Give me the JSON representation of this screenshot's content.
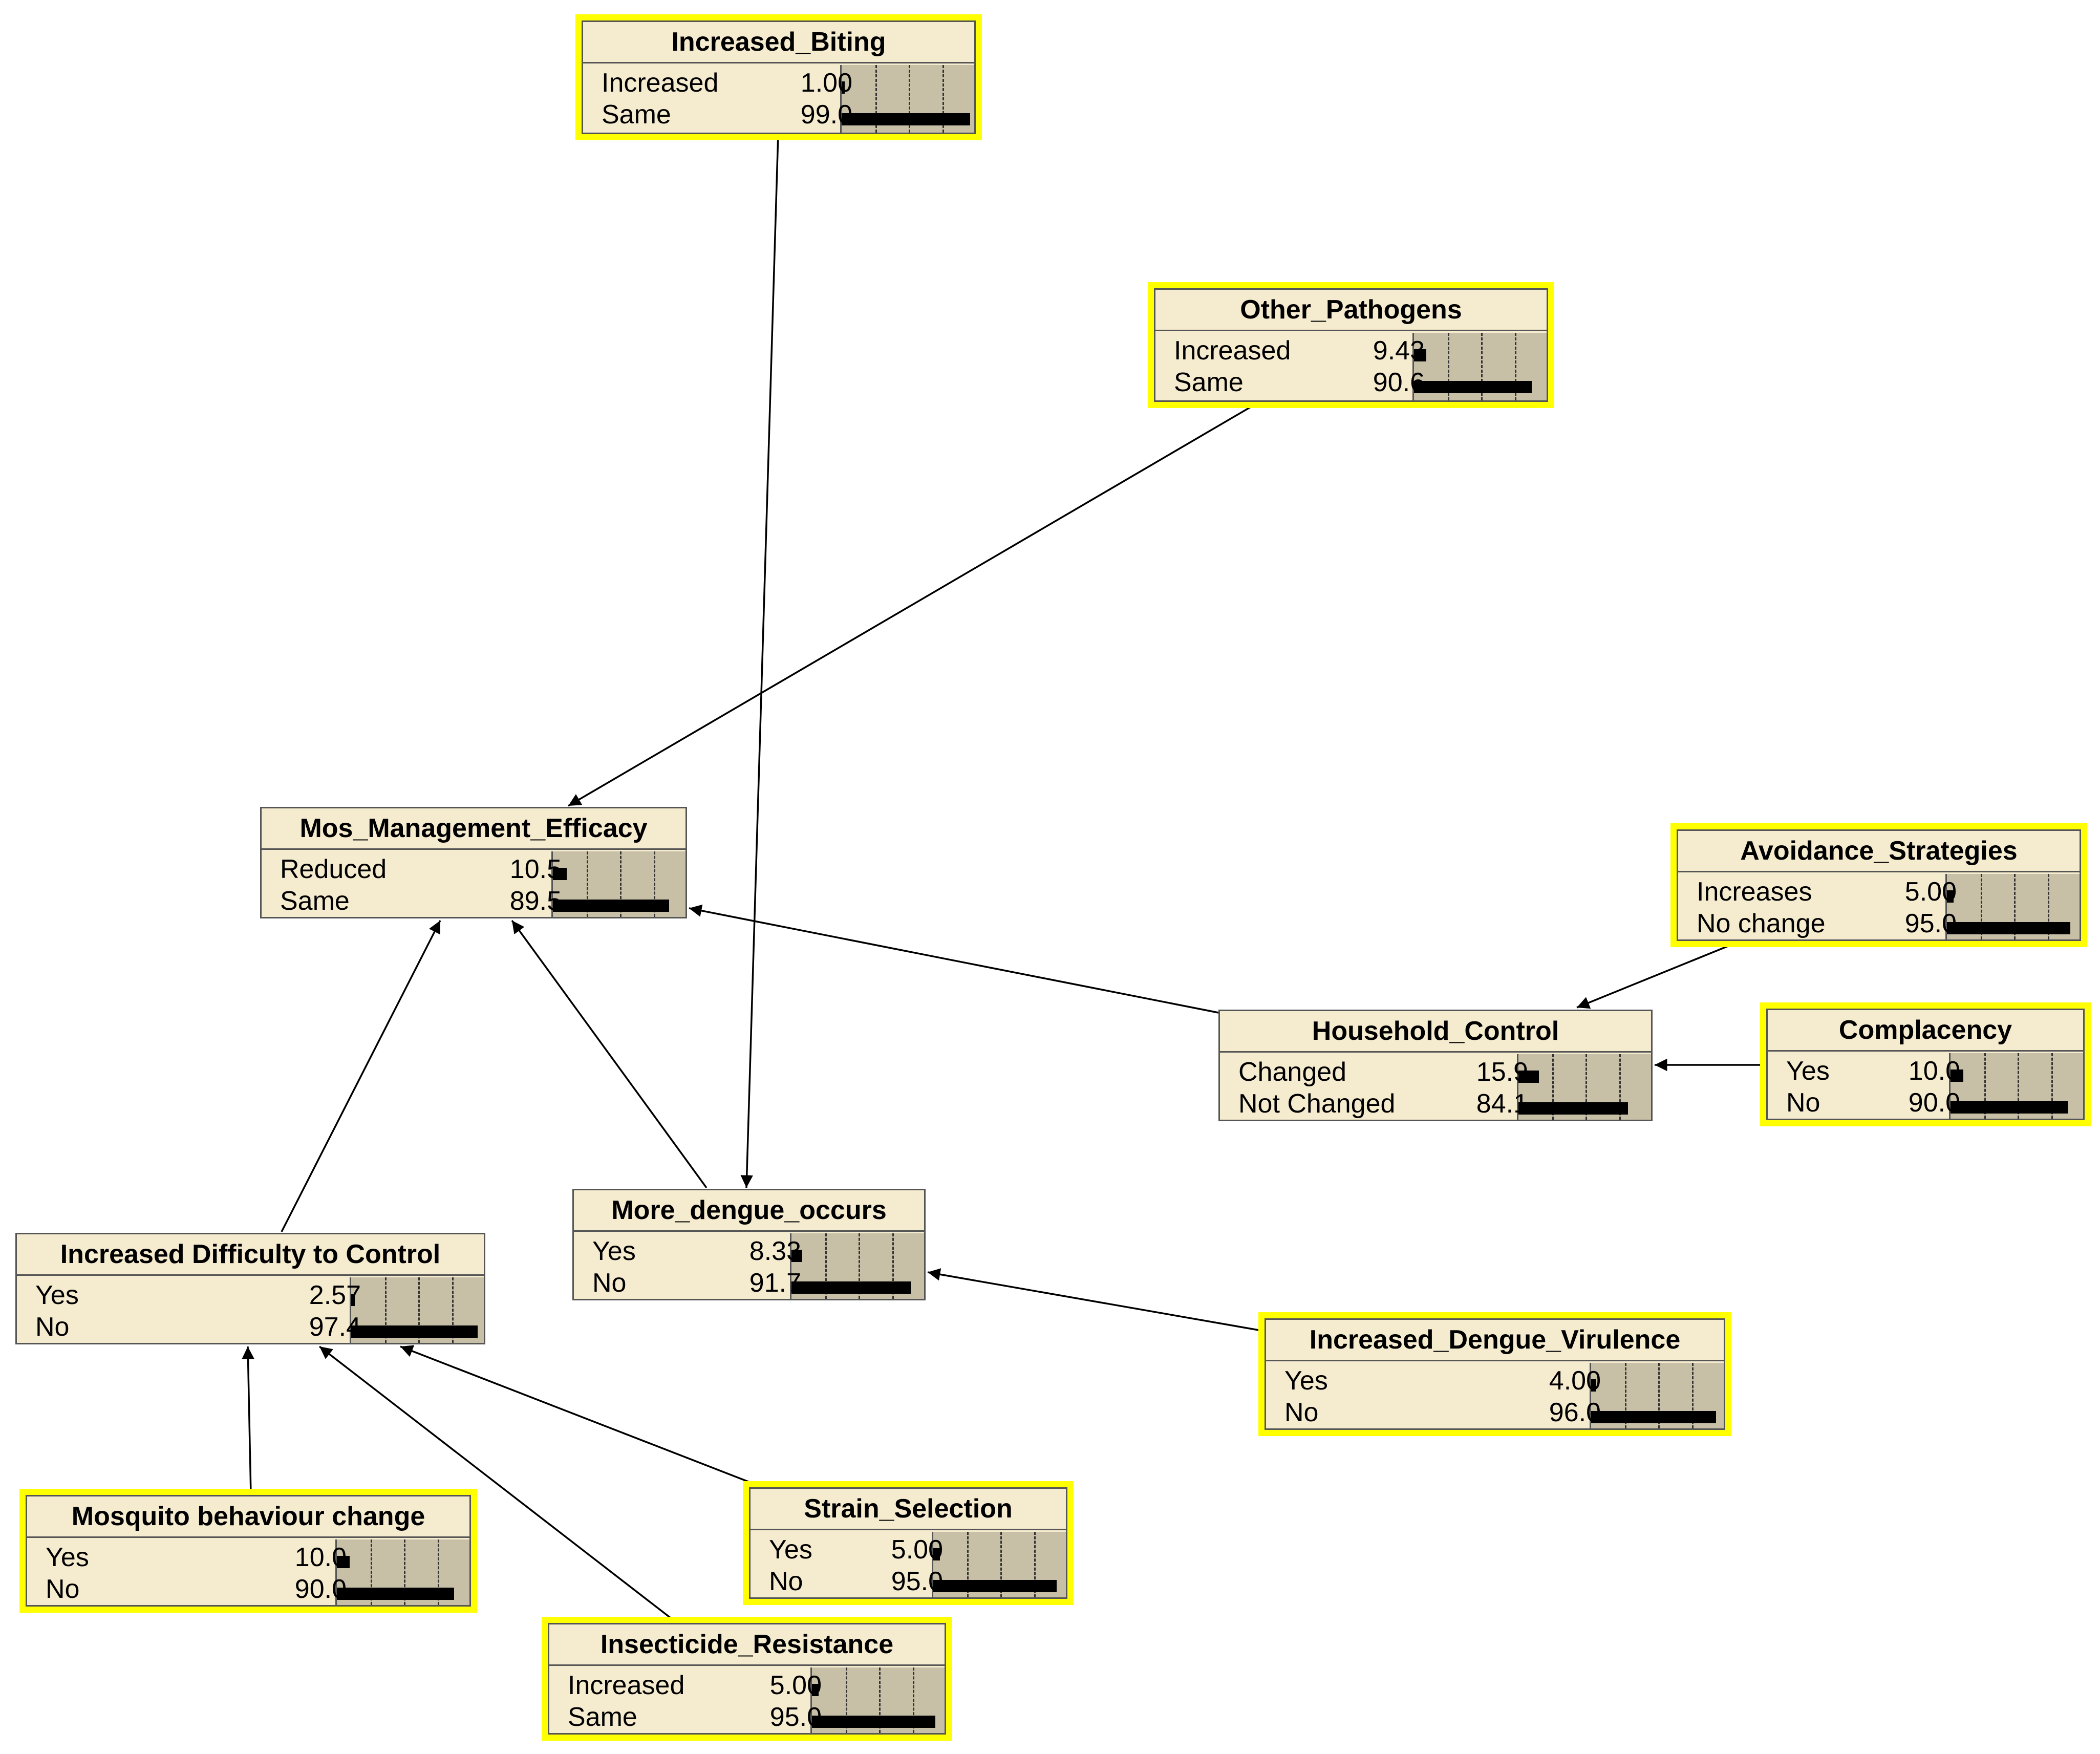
{
  "nodes": [
    {
      "id": "increased_biting",
      "title": "Increased_Biting",
      "highlighted": true,
      "states": [
        {
          "label": "Increased",
          "value": "1.00",
          "pct": 1.0
        },
        {
          "label": "Same",
          "value": "99.0",
          "pct": 99.0
        }
      ]
    },
    {
      "id": "other_pathogens",
      "title": "Other_Pathogens",
      "highlighted": true,
      "states": [
        {
          "label": "Increased",
          "value": "9.43",
          "pct": 9.43
        },
        {
          "label": "Same",
          "value": "90.6",
          "pct": 90.6
        }
      ]
    },
    {
      "id": "mos_management_efficacy",
      "title": "Mos_Management_Efficacy",
      "highlighted": false,
      "states": [
        {
          "label": "Reduced",
          "value": "10.5",
          "pct": 10.5
        },
        {
          "label": "Same",
          "value": "89.5",
          "pct": 89.5
        }
      ]
    },
    {
      "id": "avoidance_strategies",
      "title": "Avoidance_Strategies",
      "highlighted": true,
      "states": [
        {
          "label": "Increases",
          "value": "5.00",
          "pct": 5.0
        },
        {
          "label": "No change",
          "value": "95.0",
          "pct": 95.0
        }
      ]
    },
    {
      "id": "household_control",
      "title": "Household_Control",
      "highlighted": false,
      "states": [
        {
          "label": "Changed",
          "value": "15.9",
          "pct": 15.9
        },
        {
          "label": "Not Changed",
          "value": "84.1",
          "pct": 84.1
        }
      ]
    },
    {
      "id": "complacency",
      "title": "Complacency",
      "highlighted": true,
      "states": [
        {
          "label": "Yes",
          "value": "10.0",
          "pct": 10.0
        },
        {
          "label": "No",
          "value": "90.0",
          "pct": 90.0
        }
      ]
    },
    {
      "id": "more_dengue_occurs",
      "title": "More_dengue_occurs",
      "highlighted": false,
      "states": [
        {
          "label": "Yes",
          "value": "8.33",
          "pct": 8.33
        },
        {
          "label": "No",
          "value": "91.7",
          "pct": 91.7
        }
      ]
    },
    {
      "id": "increased_difficulty",
      "title": "Increased Difficulty to Control",
      "highlighted": false,
      "states": [
        {
          "label": "Yes",
          "value": "2.57",
          "pct": 2.57
        },
        {
          "label": "No",
          "value": "97.4",
          "pct": 97.4
        }
      ]
    },
    {
      "id": "increased_dengue_virulence",
      "title": "Increased_Dengue_Virulence",
      "highlighted": true,
      "states": [
        {
          "label": "Yes",
          "value": "4.00",
          "pct": 4.0
        },
        {
          "label": "No",
          "value": "96.0",
          "pct": 96.0
        }
      ]
    },
    {
      "id": "strain_selection",
      "title": "Strain_Selection",
      "highlighted": true,
      "states": [
        {
          "label": "Yes",
          "value": "5.00",
          "pct": 5.0
        },
        {
          "label": "No",
          "value": "95.0",
          "pct": 95.0
        }
      ]
    },
    {
      "id": "mosquito_behaviour_change",
      "title": "Mosquito behaviour change",
      "highlighted": true,
      "states": [
        {
          "label": "Yes",
          "value": "10.0",
          "pct": 10.0
        },
        {
          "label": "No",
          "value": "90.0",
          "pct": 90.0
        }
      ]
    },
    {
      "id": "insecticide_resistance",
      "title": "Insecticide_Resistance",
      "highlighted": true,
      "states": [
        {
          "label": "Increased",
          "value": "5.00",
          "pct": 5.0
        },
        {
          "label": "Same",
          "value": "95.0",
          "pct": 95.0
        }
      ]
    }
  ],
  "edges": [
    {
      "from": "increased_biting",
      "to": "more_dengue_occurs"
    },
    {
      "from": "other_pathogens",
      "to": "mos_management_efficacy"
    },
    {
      "from": "avoidance_strategies",
      "to": "household_control"
    },
    {
      "from": "complacency",
      "to": "household_control"
    },
    {
      "from": "household_control",
      "to": "mos_management_efficacy"
    },
    {
      "from": "more_dengue_occurs",
      "to": "mos_management_efficacy"
    },
    {
      "from": "increased_difficulty",
      "to": "mos_management_efficacy"
    },
    {
      "from": "increased_dengue_virulence",
      "to": "more_dengue_occurs"
    },
    {
      "from": "mosquito_behaviour_change",
      "to": "increased_difficulty"
    },
    {
      "from": "insecticide_resistance",
      "to": "increased_difficulty"
    },
    {
      "from": "strain_selection",
      "to": "increased_difficulty"
    }
  ],
  "colors": {
    "node_fill": "#f5ebcf",
    "bar_area": "#c8bfa7",
    "highlight": "#ffff00",
    "bar": "#000000"
  }
}
